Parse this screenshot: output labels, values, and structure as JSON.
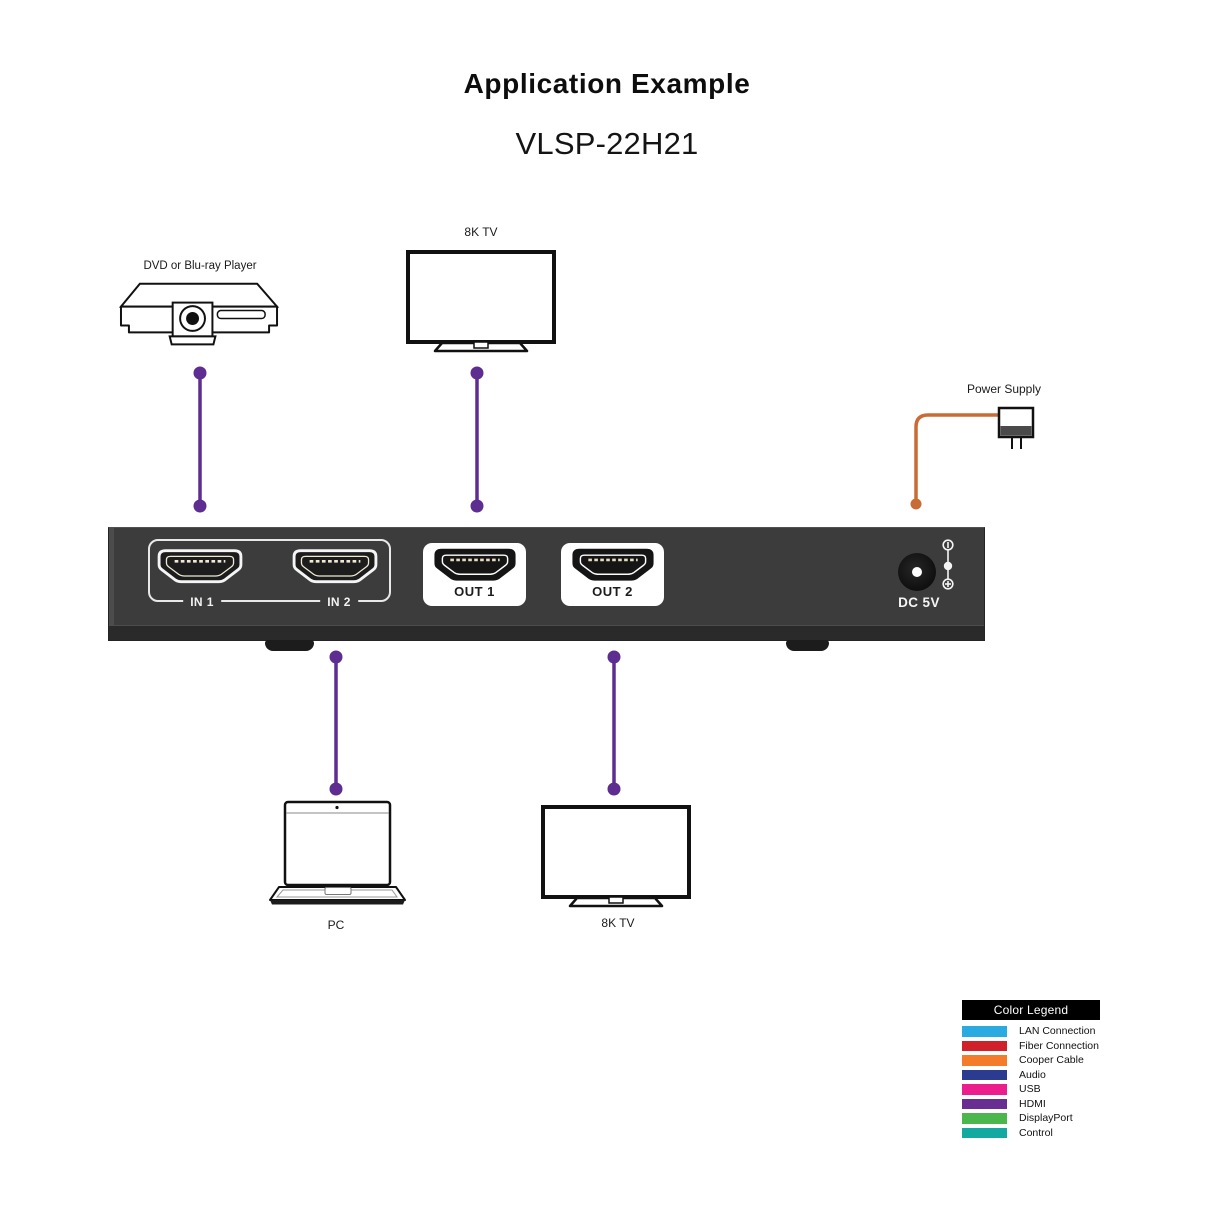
{
  "header": {
    "title": "Application Example",
    "model": "VLSP-22H21"
  },
  "nodes": {
    "dvd_player": {
      "label": "DVD or Blu-ray Player"
    },
    "tv_top": {
      "label": "8K TV"
    },
    "power_supply": {
      "label": "Power Supply"
    },
    "pc": {
      "label": "PC"
    },
    "tv_bottom": {
      "label": "8K TV"
    }
  },
  "device": {
    "ports": {
      "in1": "IN 1",
      "in2": "IN 2",
      "out1": "OUT 1",
      "out2": "OUT 2"
    },
    "power_label": "DC 5V"
  },
  "colors": {
    "hdmi_cable": "#5E2D91",
    "power_cable": "#C96B35"
  },
  "legend": {
    "title": "Color Legend",
    "items": [
      {
        "label": "LAN Connection",
        "color": "#29ABE2"
      },
      {
        "label": "Fiber Connection",
        "color": "#D0202A"
      },
      {
        "label": "Cooper Cable",
        "color": "#F47B29"
      },
      {
        "label": "Audio",
        "color": "#2B3B8F"
      },
      {
        "label": "USB",
        "color": "#EC1E8E"
      },
      {
        "label": "HDMI",
        "color": "#692E91"
      },
      {
        "label": "DisplayPort",
        "color": "#4BB64C"
      },
      {
        "label": "Control",
        "color": "#13A9A0"
      }
    ]
  }
}
